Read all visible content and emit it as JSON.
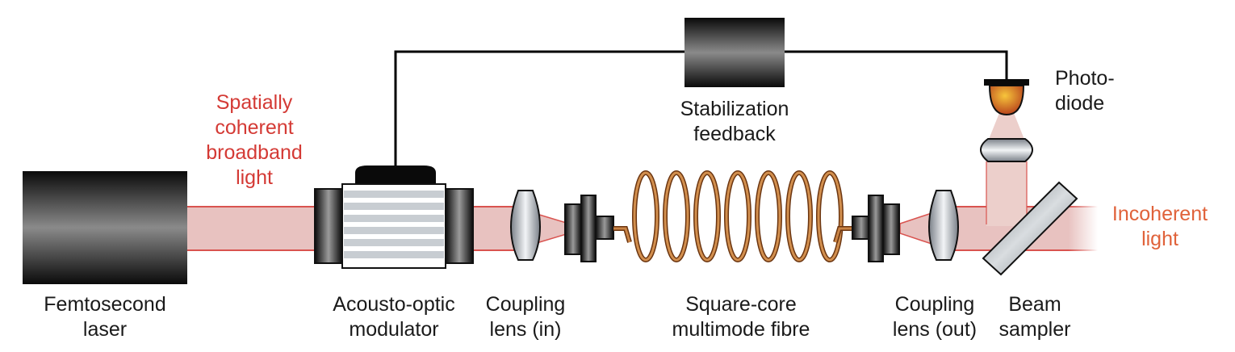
{
  "labels": {
    "laser": [
      "Femtosecond",
      "laser"
    ],
    "aom": [
      "Acousto-optic",
      "modulator"
    ],
    "coupling_in": [
      "Coupling",
      "lens (in)"
    ],
    "fibre": [
      "Square-core",
      "multimode fibre"
    ],
    "coupling_out": [
      "Coupling",
      "lens (out)"
    ],
    "beam_sampler": [
      "Beam",
      "sampler"
    ],
    "feedback": [
      "Stabilization",
      "feedback"
    ],
    "photodiode": [
      "Photo-",
      "diode"
    ],
    "coherent_light": [
      "Spatially",
      "coherent",
      "broadband",
      "light"
    ],
    "incoherent_light": [
      "Incoherent",
      "light"
    ]
  },
  "colors": {
    "beam_fill": "#e8c2c0",
    "beam_edge": "#d9534f",
    "coherent_text": "#d43a35",
    "incoherent_text": "#e0623a",
    "fibre": "#b46a2c",
    "wire": "#000000"
  }
}
